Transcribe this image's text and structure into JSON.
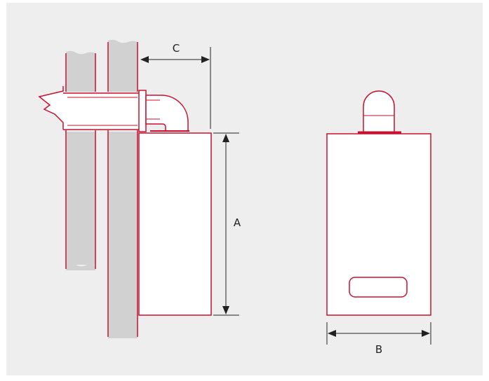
{
  "colors": {
    "background": "#eeeeee",
    "outline": "#c8102e",
    "wall": "#d1d1d1",
    "surface": "#ffffff",
    "dimension": "#222222"
  },
  "labels": {
    "height": "A",
    "width": "B",
    "clearance": "C"
  }
}
